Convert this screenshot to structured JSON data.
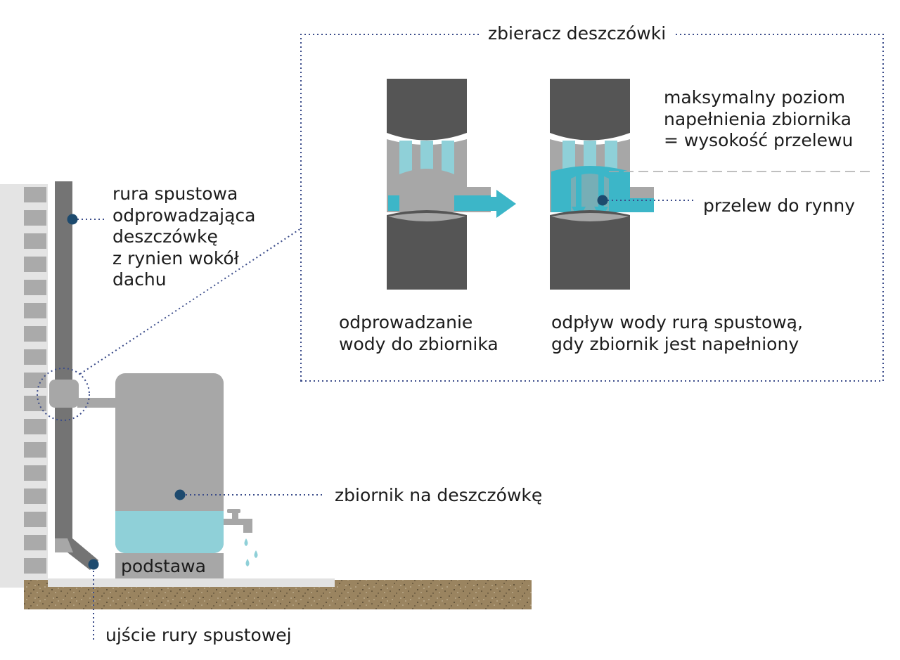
{
  "labels": {
    "collector_title": "zbieracz deszczówki",
    "downpipe": "rura spustowa\nodprowadzająca\ndeszczówkę\nz rynien wokół\ndachu",
    "max_level": "maksymalny poziom\nnapełnienia zbiornika\n= wysokość przelewu",
    "overflow": "przelew do rynny",
    "to_tank": "odprowadzanie\nwody do zbiornika",
    "outflow": "odpływ wody rurą spustową,\ngdy zbiornik jest napełniony",
    "tank": "zbiornik na deszczówkę",
    "base": "podstawa",
    "outlet": "ujście rury spustowej"
  },
  "colors": {
    "pipe_dark": "#555555",
    "pipe_mid": "#747474",
    "pipe_light": "#a7a7a7",
    "water_light": "#8fd0d8",
    "water_strong": "#3cb6c8",
    "ground": "#9a8460",
    "wall": "#e4e4e4",
    "marker": "#1d4a6e",
    "dotted": "#3b4c8a"
  }
}
